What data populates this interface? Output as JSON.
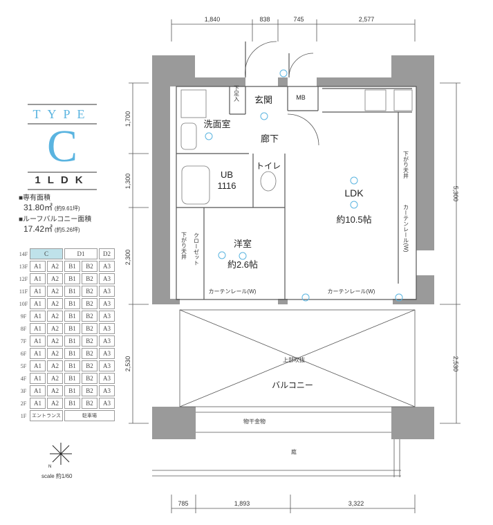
{
  "unit": {
    "type_label": "TYPE",
    "type_letter": "C",
    "layout": "1LDK"
  },
  "areas": [
    {
      "label": "■専有面積",
      "value": "31.80㎡",
      "sub": "(約9.61坪)"
    },
    {
      "label": "■ルーフバルコニー面積",
      "value": "17.42㎡",
      "sub": "(約5.26坪)"
    }
  ],
  "floor_map": {
    "rows": [
      {
        "floor": "14F",
        "units": [
          "C",
          "D1",
          "D2"
        ]
      },
      {
        "floor": "13F",
        "units": [
          "A1",
          "A2",
          "B1",
          "B2",
          "A3"
        ]
      },
      {
        "floor": "12F",
        "units": [
          "A1",
          "A2",
          "B1",
          "B2",
          "A3"
        ]
      },
      {
        "floor": "11F",
        "units": [
          "A1",
          "A2",
          "B1",
          "B2",
          "A3"
        ]
      },
      {
        "floor": "10F",
        "units": [
          "A1",
          "A2",
          "B1",
          "B2",
          "A3"
        ]
      },
      {
        "floor": "9F",
        "units": [
          "A1",
          "A2",
          "B1",
          "B2",
          "A3"
        ]
      },
      {
        "floor": "8F",
        "units": [
          "A1",
          "A2",
          "B1",
          "B2",
          "A3"
        ]
      },
      {
        "floor": "7F",
        "units": [
          "A1",
          "A2",
          "B1",
          "B2",
          "A3"
        ]
      },
      {
        "floor": "6F",
        "units": [
          "A1",
          "A2",
          "B1",
          "B2",
          "A3"
        ]
      },
      {
        "floor": "5F",
        "units": [
          "A1",
          "A2",
          "B1",
          "B2",
          "A3"
        ]
      },
      {
        "floor": "4F",
        "units": [
          "A1",
          "A2",
          "B1",
          "B2",
          "A3"
        ]
      },
      {
        "floor": "3F",
        "units": [
          "A1",
          "A2",
          "B1",
          "B2",
          "A3"
        ]
      },
      {
        "floor": "2F",
        "units": [
          "A1",
          "A2",
          "B1",
          "B2",
          "A3"
        ]
      },
      {
        "floor": "1F",
        "units": [
          "エントランス",
          "駐車場"
        ]
      }
    ],
    "highlight_color": "#bfe2ea"
  },
  "scale": "scale 約1/60",
  "dimensions": {
    "top": [
      "1,840",
      "838",
      "745",
      "2,577"
    ],
    "left": [
      "1,700",
      "1,300",
      "2,300",
      "2,530"
    ],
    "right": [
      "5,300",
      "2,530"
    ],
    "bottom": [
      "785",
      "1,893",
      "3,322"
    ]
  },
  "rooms": {
    "entrance": "玄関",
    "shoe": "下足入",
    "mb": "MB",
    "washroom": "洗面室",
    "hall": "廊下",
    "ub": "UB",
    "ub_size": "1116",
    "toilet": "トイレ",
    "ldk": "LDK",
    "ldk_size": "約10.5帖",
    "western": "洋室",
    "western_size": "約2.6帖",
    "closet": "クローゼット",
    "lowered_ceiling": "下がり天井",
    "curtain_rail": "カーテンレール(W)",
    "balcony": "バルコニー",
    "upper_void": "上部吹抜",
    "drying": "物干金物",
    "garden": "庭"
  },
  "colors": {
    "wall": "#9a9a9a",
    "accent": "#5ab4e0",
    "line": "#555555"
  }
}
